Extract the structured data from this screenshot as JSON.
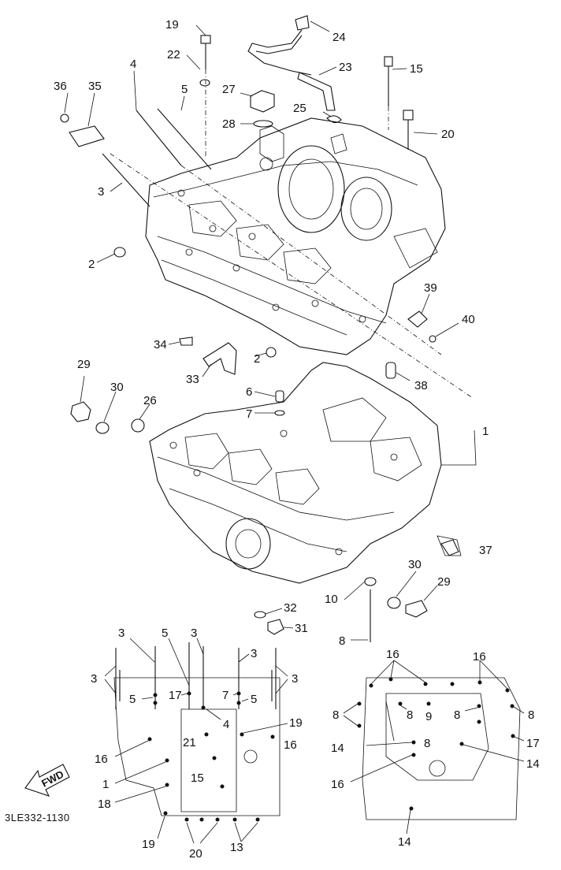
{
  "diagram": {
    "catalog_code": "3LE332-1130",
    "fwd_label": "FWD",
    "callouts": {
      "c19a": "19",
      "c22": "22",
      "c24": "24",
      "c23": "23",
      "c15": "15",
      "c36": "36",
      "c35": "35",
      "c4a": "4",
      "c5a": "5",
      "c27": "27",
      "c25": "25",
      "c28": "28",
      "c20a": "20",
      "c3a": "3",
      "c2a": "2",
      "c39": "39",
      "c40": "40",
      "c34": "34",
      "c2b": "2",
      "c33": "33",
      "c29a": "29",
      "c38": "38",
      "c30a": "30",
      "c26": "26",
      "c6": "6",
      "c7a": "7",
      "c1a": "1",
      "c37": "37",
      "c30b": "30",
      "c10": "10",
      "c29b": "29",
      "c32": "32",
      "c31": "31",
      "c8a": "8"
    },
    "left_view": {
      "t3a": "3",
      "t5a": "5",
      "t3b": "3",
      "t3c": "3",
      "t3d": "3",
      "t3e": "3",
      "t5b": "5",
      "t17": "17",
      "t7": "7",
      "t5c": "5",
      "t4": "4",
      "t19a": "19",
      "t21": "21",
      "t16a": "16",
      "t16b": "16",
      "t1": "1",
      "t15": "15",
      "t18": "18",
      "t19b": "19",
      "t20": "20",
      "t13": "13"
    },
    "right_view": {
      "r16a": "16",
      "r16b": "16",
      "r8a": "8",
      "r8b": "8",
      "r9": "9",
      "r8c": "8",
      "r8d": "8",
      "r17": "17",
      "r14a": "14",
      "r8e": "8",
      "r14b": "14",
      "r16c": "16",
      "r14c": "14"
    }
  }
}
